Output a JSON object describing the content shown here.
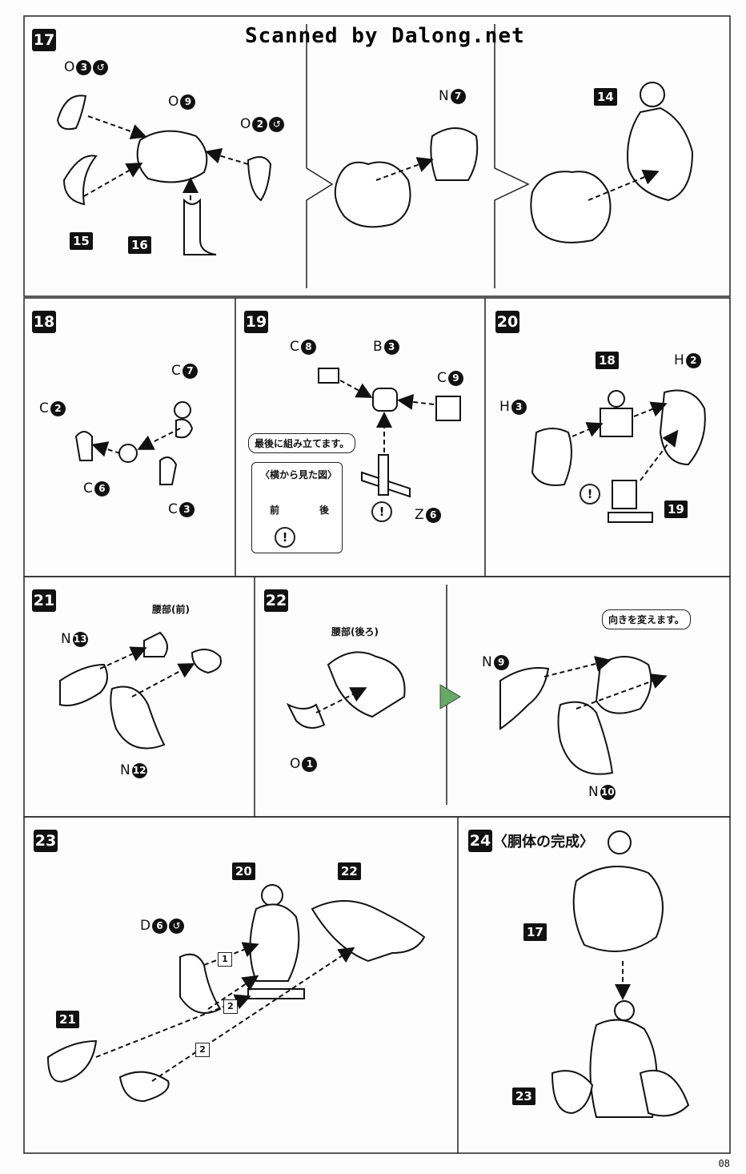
{
  "header": {
    "scanned_text": "Scanned by Dalong.net"
  },
  "page_number": "08",
  "steps": {
    "s17": {
      "number": "17",
      "parts": {
        "o3": "O",
        "o3n": "3",
        "o9": "O",
        "o9n": "9",
        "o2": "O",
        "o2n": "2",
        "n7": "N",
        "n7n": "7",
        "t14": "14",
        "t15": "15",
        "t16": "16"
      }
    },
    "s18": {
      "number": "18",
      "parts": {
        "c7": "C",
        "c7n": "7",
        "c2": "C",
        "c2n": "2",
        "c6": "C",
        "c6n": "6",
        "c3": "C",
        "c3n": "3"
      }
    },
    "s19": {
      "number": "19",
      "parts": {
        "c8": "C",
        "c8n": "8",
        "b3": "B",
        "b3n": "3",
        "c9": "C",
        "c9n": "9",
        "z6": "Z",
        "z6n": "6"
      },
      "note": "最後に組み立てます。",
      "side_view_title": "〈横から見た図〉",
      "front": "前",
      "back": "後"
    },
    "s20": {
      "number": "20",
      "parts": {
        "t18": "18",
        "h2": "H",
        "h2n": "2",
        "h3": "H",
        "h3n": "3",
        "t19": "19"
      }
    },
    "s21": {
      "number": "21",
      "waist_front": "腰部(前)",
      "parts": {
        "n13": "N",
        "n13n": "13",
        "n12": "N",
        "n12n": "12"
      }
    },
    "s22": {
      "number": "22",
      "waist_back": "腰部(後ろ)",
      "parts": {
        "o1": "O",
        "o1n": "1",
        "n9": "N",
        "n9n": "9",
        "n10": "N",
        "n10n": "10"
      },
      "note": "向きを変えます。"
    },
    "s23": {
      "number": "23",
      "parts": {
        "t20": "20",
        "t22": "22",
        "d6": "D",
        "d6n": "6",
        "t21": "21"
      },
      "order": [
        "1",
        "2",
        "2"
      ]
    },
    "s24": {
      "number": "24",
      "title": "〈胴体の完成〉",
      "parts": {
        "t17": "17",
        "t23": "23"
      }
    }
  },
  "colors": {
    "ink": "#111111",
    "frame": "#222222",
    "ghost": "#dddddd"
  }
}
